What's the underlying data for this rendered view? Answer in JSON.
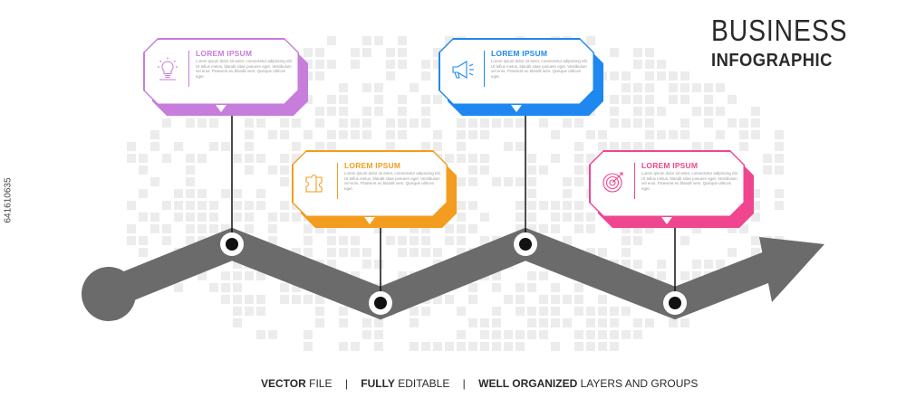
{
  "title": "BUSINESS",
  "subtitle": "INFOGRAPHIC",
  "stock_id": "641610635",
  "steps": [
    {
      "title": "LOREM IPSUM",
      "body": "Lorem ipsum dolor sit amet, consectetur adipiscing elit. Ut tellus metus, blandit sitae posuere eget. Vestibulum vel eros. Praesent eu blandit sem. Quisque ultrices eget.",
      "color": "#c77ddb",
      "icon": "lightbulb-icon"
    },
    {
      "title": "LOREM IPSUM",
      "body": "Lorem ipsum dolor sit amet, consectetur adipiscing elit. Ut tellus metus, blandit sitae posuere eget. Vestibulum vel eros. Praesent eu blandit sem. Quisque ultrices eget.",
      "color": "#f39c1f",
      "icon": "puzzle-icon"
    },
    {
      "title": "LOREM IPSUM",
      "body": "Lorem ipsum dolor sit amet, consectetur adipiscing elit. Ut tellus metus, blandit sitae posuere eget. Vestibulum vel eros. Praesent eu blandit sem. Quisque ultrices eget.",
      "color": "#1e88f0",
      "icon": "megaphone-icon"
    },
    {
      "title": "LOREM IPSUM",
      "body": "Lorem ipsum dolor sit amet, consectetur adipiscing elit. Ut tellus metus, blandit sitae posuere eget. Vestibulum vel eros. Praesent eu blandit sem. Quisque ultrices eget.",
      "color": "#f0458f",
      "icon": "target-icon"
    }
  ],
  "footer": {
    "item1_bold": "VECTOR",
    "item1_rest": " FILE",
    "item2_bold": "FULLY",
    "item2_rest": " EDITABLE",
    "item3_bold": "WELL ORGANIZED",
    "item3_rest": " LAYERS AND GROUPS"
  },
  "colors": {
    "path": "#6b6b6b",
    "text": "#2a2a2a",
    "pattern": "#ececec"
  }
}
